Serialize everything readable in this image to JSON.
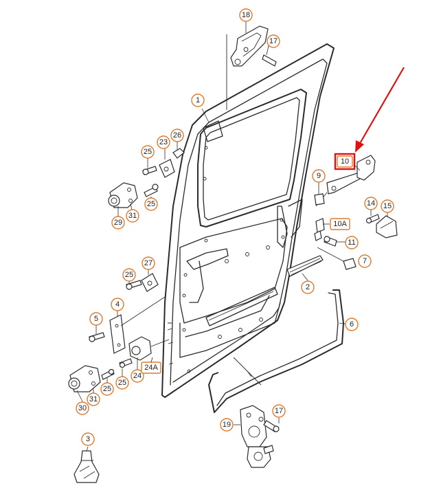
{
  "highlight_color": "#e01010",
  "callout_color": "#e07a2a",
  "callouts": [
    {
      "id": "18",
      "label": "18"
    },
    {
      "id": "17a",
      "label": "17"
    },
    {
      "id": "1",
      "label": "1"
    },
    {
      "id": "26",
      "label": "26"
    },
    {
      "id": "23",
      "label": "23"
    },
    {
      "id": "25a",
      "label": "25"
    },
    {
      "id": "25b",
      "label": "25"
    },
    {
      "id": "29",
      "label": "29"
    },
    {
      "id": "31a",
      "label": "31"
    },
    {
      "id": "9",
      "label": "9"
    },
    {
      "id": "14",
      "label": "14"
    },
    {
      "id": "15",
      "label": "15"
    },
    {
      "id": "11",
      "label": "11"
    },
    {
      "id": "7",
      "label": "7"
    },
    {
      "id": "2",
      "label": "2"
    },
    {
      "id": "27",
      "label": "27"
    },
    {
      "id": "25c",
      "label": "25"
    },
    {
      "id": "4",
      "label": "4"
    },
    {
      "id": "5",
      "label": "5"
    },
    {
      "id": "6",
      "label": "6"
    },
    {
      "id": "24",
      "label": "24"
    },
    {
      "id": "25d",
      "label": "25"
    },
    {
      "id": "25e",
      "label": "25"
    },
    {
      "id": "30",
      "label": "30"
    },
    {
      "id": "31b",
      "label": "31"
    },
    {
      "id": "17b",
      "label": "17"
    },
    {
      "id": "19",
      "label": "19"
    },
    {
      "id": "3",
      "label": "3"
    }
  ],
  "boxes": [
    {
      "id": "10A",
      "label": "10A"
    },
    {
      "id": "24A",
      "label": "24A"
    }
  ],
  "highlighted": {
    "id": "10",
    "label": "10"
  }
}
